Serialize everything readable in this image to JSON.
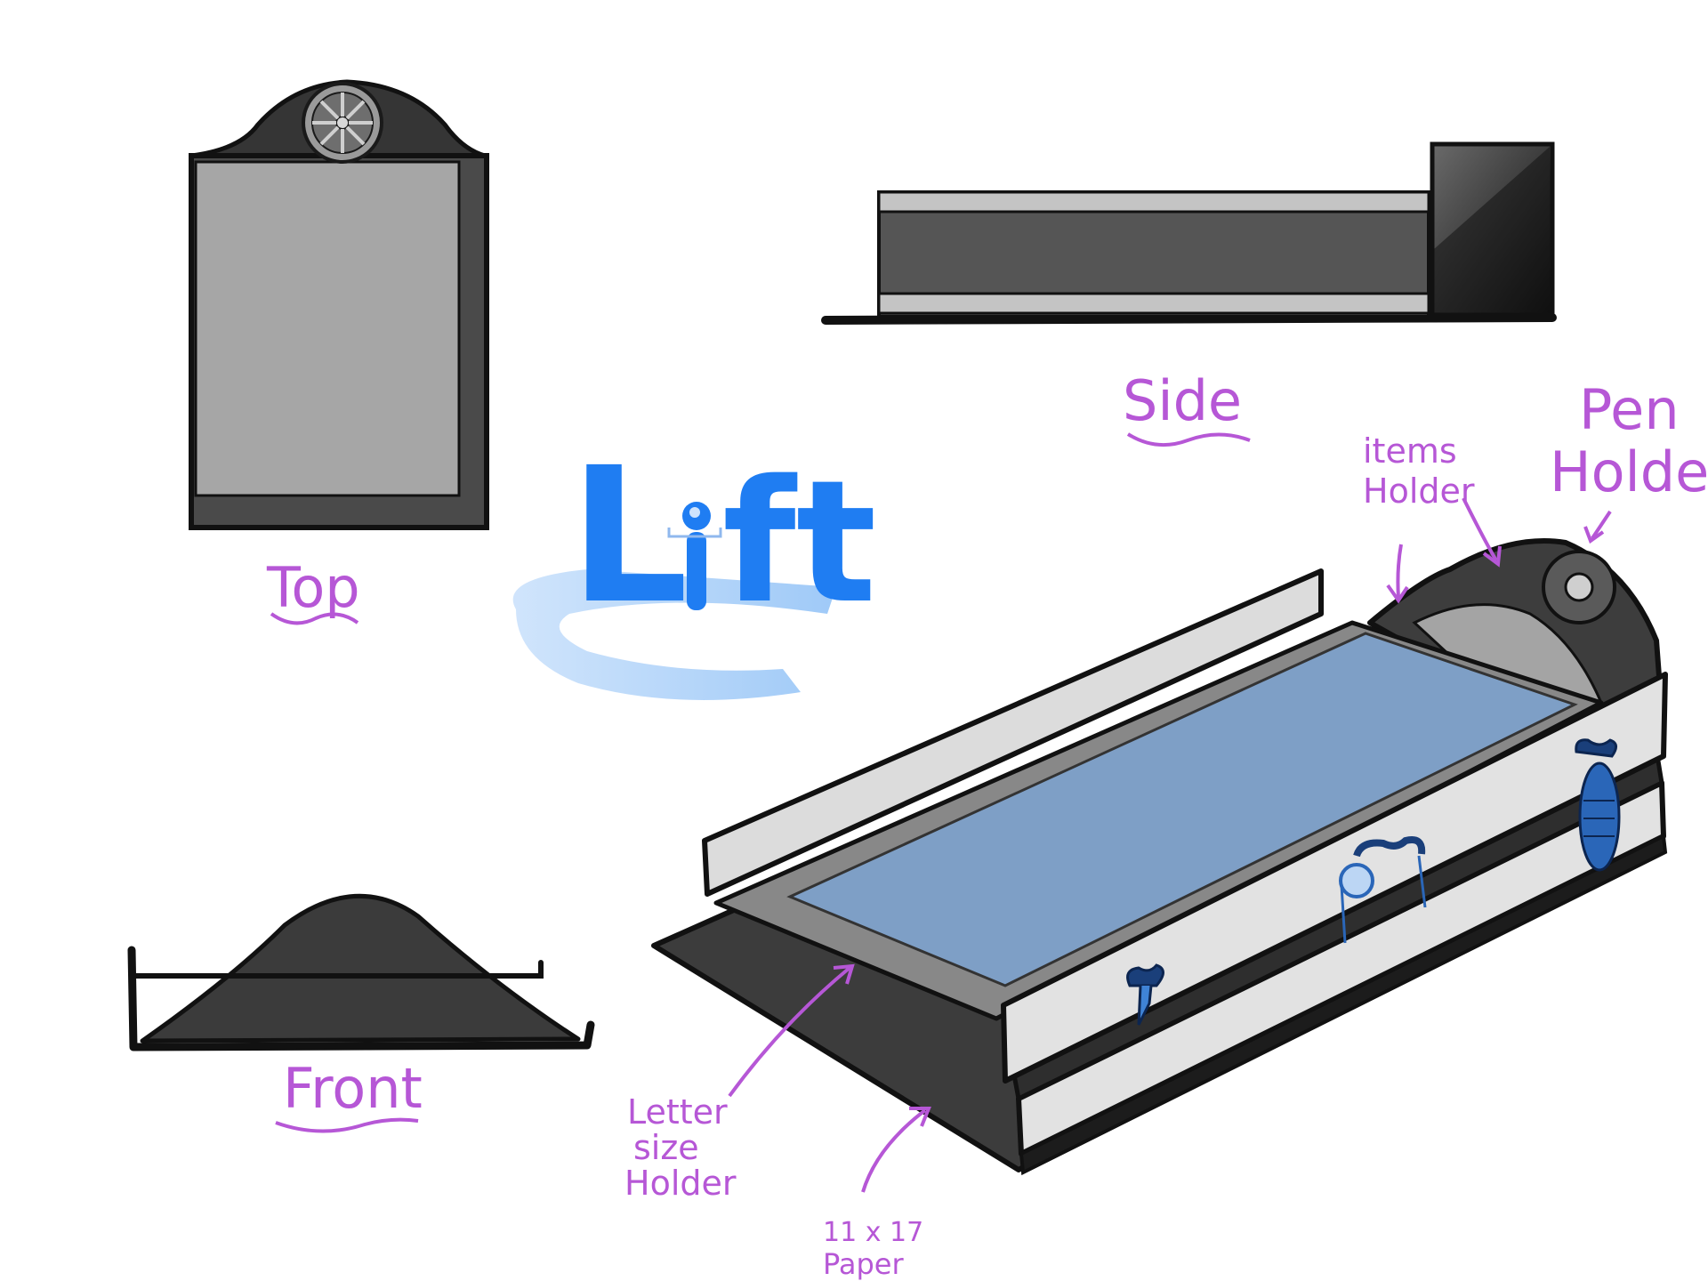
{
  "views": {
    "top_label": "Top",
    "side_label": "Side",
    "front_label": "Front"
  },
  "logo": {
    "text_l": "L",
    "text_ft": "ft",
    "color": "#1f7df2"
  },
  "callouts": {
    "items_holder": [
      "items",
      "Holder"
    ],
    "pen_holder": [
      "Pen",
      "Holder"
    ],
    "letter_size_holder": [
      "Letter",
      "size",
      "Holder"
    ],
    "paper_11x17": [
      "11 x 17",
      "Paper"
    ]
  },
  "colors": {
    "label": "#b657d6",
    "paper_tray": "#7e9fc6",
    "body_dark": "#3a3a3a",
    "body_mid": "#555555",
    "rail_light": "#e0e0e0",
    "accessory_blue": "#2a66b8"
  },
  "icons": [
    "fan-icon",
    "clip-icon",
    "glasses-icon",
    "mask-icon"
  ]
}
